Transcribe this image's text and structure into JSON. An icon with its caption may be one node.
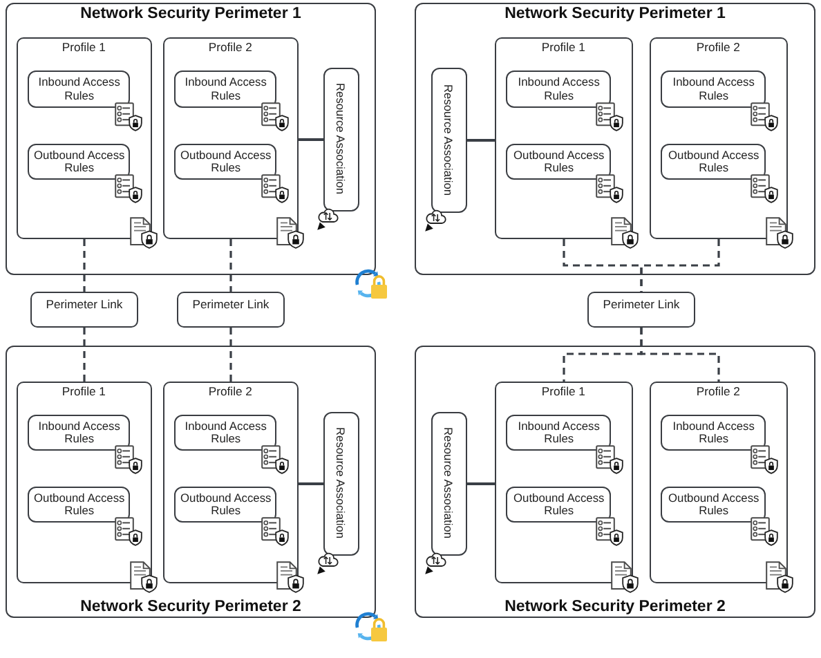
{
  "diagram": {
    "nodes": [
      {
        "text": [
          "Network Security Perimeter 1"
        ]
      },
      {
        "text": [
          "Profile 1"
        ],
        "in": 0
      },
      {
        "text": [
          "Inbound Access Rules"
        ],
        "in": 1
      },
      {
        "text": [
          "Outbound Access Rules"
        ],
        "in": 1
      },
      {
        "text": [
          "Profile 2"
        ],
        "in": 0
      },
      {
        "text": [
          "Inbound Access Rules"
        ],
        "in": 4
      },
      {
        "text": [
          "Outbound Access Rules"
        ],
        "in": 4
      },
      {
        "text": [
          "Resource Association"
        ],
        "in": 0
      },
      {
        "text": [
          "Network Security Perimeter 1"
        ]
      },
      {
        "text": [
          "Resource Association"
        ],
        "in": 8
      },
      {
        "text": [
          "Profile 1"
        ],
        "in": 8
      },
      {
        "text": [
          "Inbound Access Rules"
        ],
        "in": 10
      },
      {
        "text": [
          "Outbound Access Rules"
        ],
        "in": 10
      },
      {
        "text": [
          "Profile 2"
        ],
        "in": 8
      },
      {
        "text": [
          "Inbound Access Rules"
        ],
        "in": 13
      },
      {
        "text": [
          "Outbound Access Rules"
        ],
        "in": 13
      },
      {
        "text": [
          "Perimeter Link"
        ]
      },
      {
        "text": [
          "Perimeter Link"
        ]
      },
      {
        "text": [
          "Perimeter Link"
        ]
      },
      {
        "text": [
          "Network Security Perimeter 2"
        ]
      },
      {
        "text": [
          "Profile 1"
        ],
        "in": 19
      },
      {
        "text": [
          "Inbound Access Rules"
        ],
        "in": 20
      },
      {
        "text": [
          "Outbound Access Rules"
        ],
        "in": 20
      },
      {
        "text": [
          "Profile 2"
        ],
        "in": 19
      },
      {
        "text": [
          "Inbound Access Rules"
        ],
        "in": 23
      },
      {
        "text": [
          "Outbound Access Rules"
        ],
        "in": 23
      },
      {
        "text": [
          "Resource Association"
        ],
        "in": 19
      },
      {
        "text": [
          "Network Security Perimeter 2"
        ]
      },
      {
        "text": [
          "Resource Association"
        ],
        "in": 27
      },
      {
        "text": [
          "Profile 1"
        ],
        "in": 27
      },
      {
        "text": [
          "Inbound Access Rules"
        ],
        "in": 29
      },
      {
        "text": [
          "Outbound Access Rules"
        ],
        "in": 29
      },
      {
        "text": [
          "Profile 2"
        ],
        "in": 27
      },
      {
        "text": [
          "Inbound Access Rules"
        ],
        "in": 32
      },
      {
        "text": [
          "Outbound Access Rules"
        ],
        "in": 32
      }
    ],
    "edges": [
      {
        "from": 4,
        "to": 7,
        "arrow": "none"
      },
      {
        "from": 9,
        "to": 10,
        "arrow": "none"
      },
      {
        "from": 1,
        "to": 16,
        "arrow": "none",
        "style": "dashed"
      },
      {
        "from": 4,
        "to": 17,
        "arrow": "none",
        "style": "dashed"
      },
      {
        "from": 10,
        "to": 18,
        "arrow": "none",
        "style": "dashed"
      },
      {
        "from": 13,
        "to": 18,
        "arrow": "none",
        "style": "dashed"
      },
      {
        "from": 16,
        "to": 20,
        "arrow": "none",
        "style": "dashed"
      },
      {
        "from": 17,
        "to": 23,
        "arrow": "none",
        "style": "dashed"
      },
      {
        "from": 18,
        "to": 29,
        "arrow": "none",
        "style": "dashed"
      },
      {
        "from": 18,
        "to": 32,
        "arrow": "none",
        "style": "dashed"
      },
      {
        "from": 23,
        "to": 26,
        "arrow": "none"
      },
      {
        "from": 28,
        "to": 29,
        "arrow": "none"
      }
    ]
  }
}
